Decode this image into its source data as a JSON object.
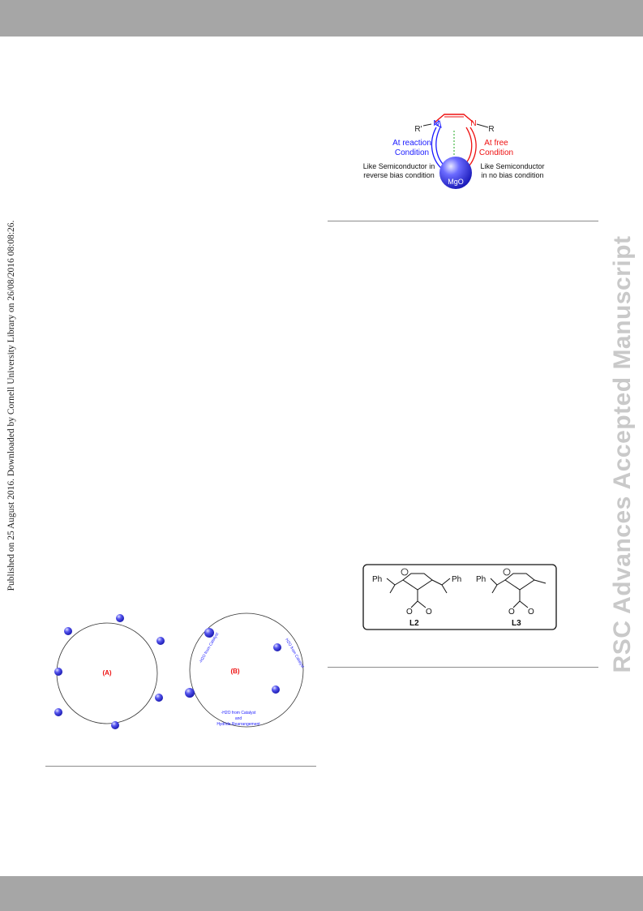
{
  "side_note": "Published on 25 August 2016. Downloaded by Cornell University Library on 26/08/2016 08:08:26.",
  "watermark": "RSC Advances Accepted Manuscript",
  "figure_interface": {
    "left_substituent": "R'",
    "right_substituent": "R",
    "nitrogen_label": "N",
    "left_state_line1": "At reaction",
    "left_state_line2": "Condition",
    "right_state_line1": "At free",
    "right_state_line2": "Condition",
    "left_note_line1": "Like Semiconductor in",
    "left_note_line2": "reverse bias condition",
    "right_note_line1": "Like Semiconductor",
    "right_note_line2": "in no bias condition",
    "sphere_label": "MgO",
    "colors": {
      "left": "#1a1aff",
      "right": "#ee1111",
      "sphere": "#3333dd"
    }
  },
  "figure_ligands": {
    "ligand_1": "L2",
    "ligand_2": "L3",
    "phenyl": "Ph",
    "oxygen": "O"
  },
  "figure_cycles": {
    "cycle_a_label": "(A)",
    "cycle_b_label": "(B)",
    "step_1": "-H2O from Catalyst",
    "step_2": "H2O from Catalyst",
    "step_3": "-H2O from Catalyst",
    "step_4a": "and",
    "step_4b": "Hydride Rearrangement"
  }
}
